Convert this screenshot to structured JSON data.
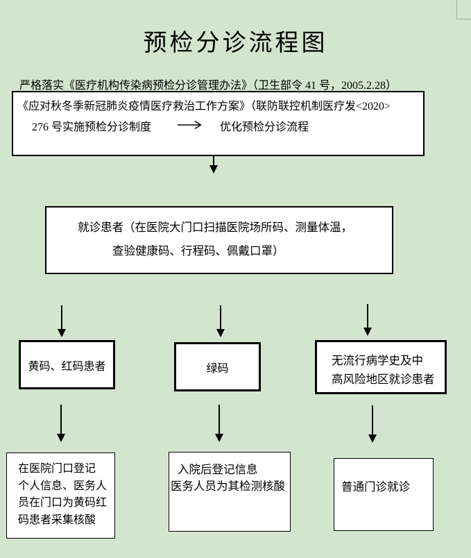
{
  "page": {
    "title": "预检分诊流程图",
    "background_color": "#d3e5cf",
    "box_fill_color": "#ffffff",
    "border_color": "#000000",
    "corner_mark_color": "#9fae9d"
  },
  "icons": {
    "down_arrow": "▼",
    "right_arrow": "→"
  },
  "intro": {
    "underlined_line": "严格落实《医疗机构传染病预检分诊管理办法》（卫生部令 41 号，2005.2.28）"
  },
  "policy_box": {
    "line1": "《应对秋冬季新冠肺炎疫情医疗救治工作方案》（联防联控机制医疗发<2020>",
    "line2_left": "276 号实施预检分诊制度",
    "line2_right": "优化预检分诊流程"
  },
  "patient_box": {
    "line1": "就诊患者（在医院大门口扫描医院场所码、测量体温，",
    "line2": "查验健康码、行程码、佩戴口罩）"
  },
  "triage_boxes": [
    {
      "id": "yellow-red-code",
      "lines": [
        "黄码、红码患者"
      ]
    },
    {
      "id": "green-code",
      "lines": [
        "绿码"
      ]
    },
    {
      "id": "no-epi-history",
      "lines": [
        "无流行病学史及中",
        "高风险地区就诊患者"
      ]
    }
  ],
  "action_boxes": [
    {
      "id": "register-at-gate",
      "lines": [
        "在医院门口登记",
        "个人信息、医务人",
        "员在门口为黄码红",
        "码患者采集核酸"
      ]
    },
    {
      "id": "register-inside",
      "lines": [
        "入院后登记信息",
        "医务人员为其检测核酸"
      ]
    },
    {
      "id": "normal-outpatient",
      "lines": [
        "普通门诊就诊"
      ]
    }
  ]
}
